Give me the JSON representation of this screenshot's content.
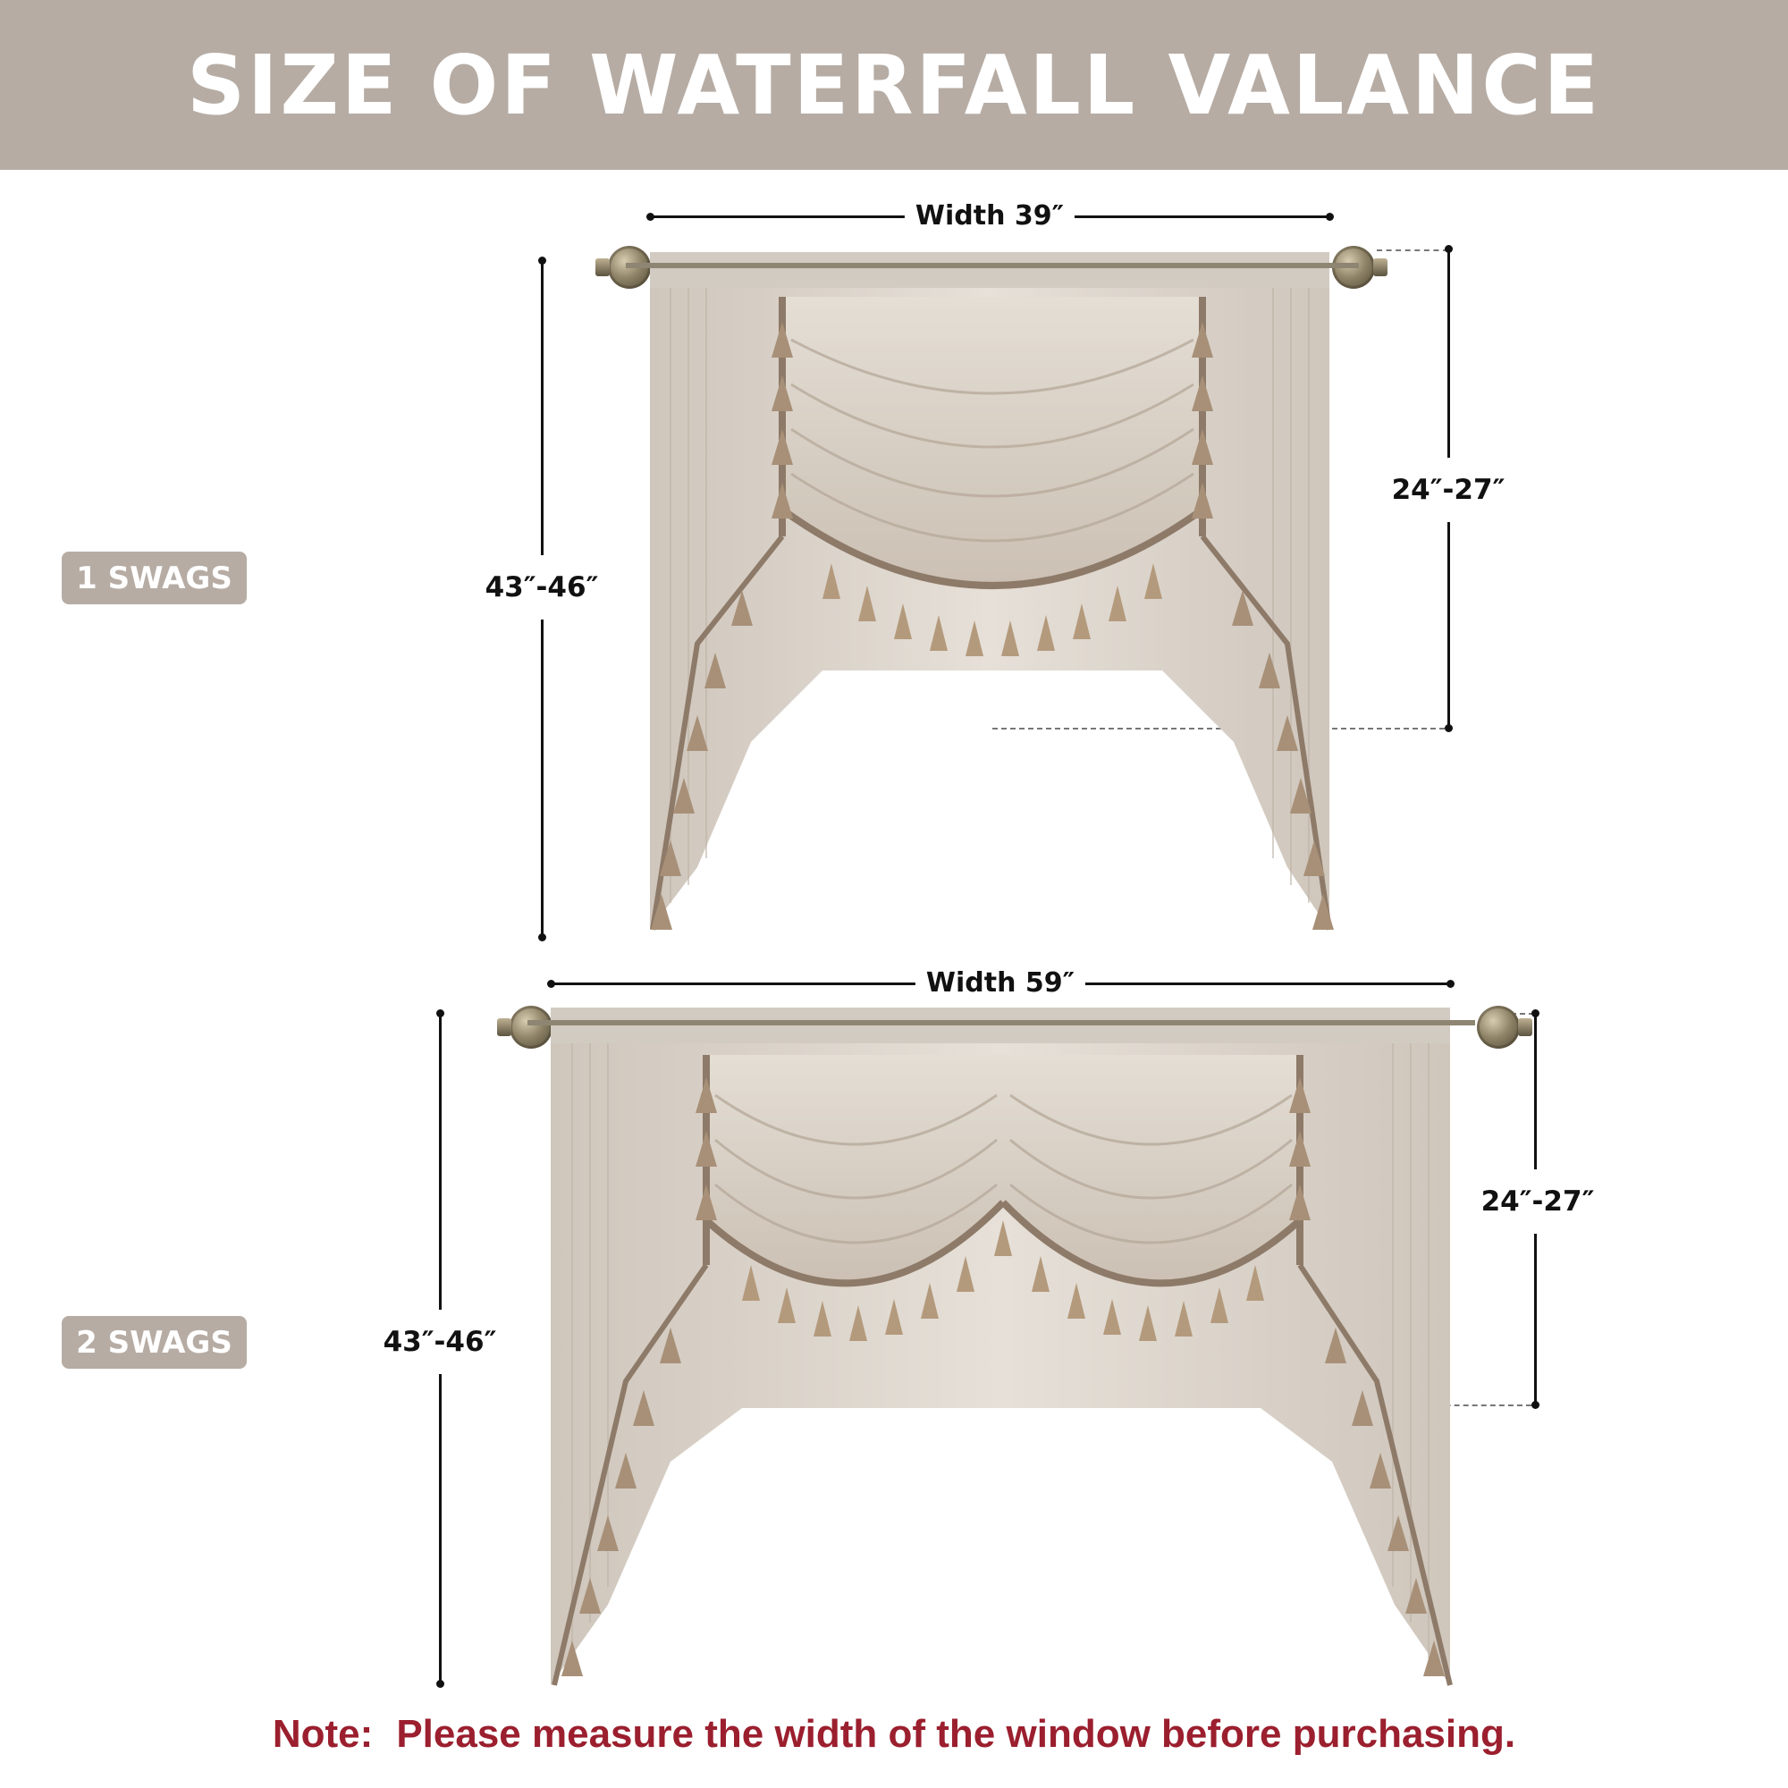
{
  "header": {
    "title": "SIZE OF WATERFALL VALANCE",
    "background": "#b6aca4"
  },
  "variants": [
    {
      "badge": "1 SWAGS",
      "width_label": "Width 39″",
      "total_length_label": "43″-46″",
      "swag_length_label": "24″-27″",
      "swags": 1
    },
    {
      "badge": "2 SWAGS",
      "width_label": "Width 59″",
      "total_length_label": "43″-46″",
      "swag_length_label": "24″-27″",
      "swags": 2
    }
  ],
  "note": {
    "lead": "Note:",
    "text": "Please measure the width of the window before purchasing.",
    "color": "#9b1f2e"
  },
  "colors": {
    "fabric": "#d9d1c8",
    "fabric_dark": "#bdb2a6",
    "tassel": "#b49a7c",
    "trim": "#8e7a68",
    "rod": "#a8a49e"
  }
}
